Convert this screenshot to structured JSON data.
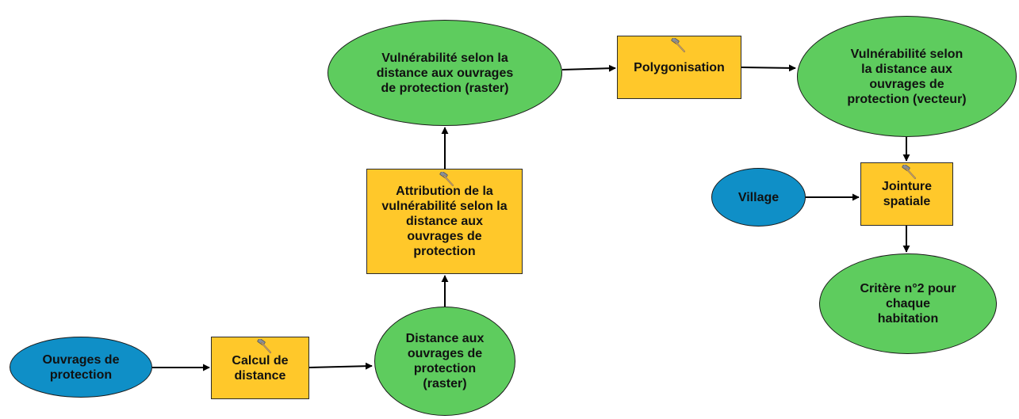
{
  "diagram": {
    "nodes": [
      {
        "id": "ouvrages",
        "kind": "input",
        "label": "Ouvrages de\nprotection"
      },
      {
        "id": "calcul",
        "kind": "tool",
        "label": "Calcul de\ndistance"
      },
      {
        "id": "distance",
        "kind": "data",
        "label": "Distance aux\nouvrages de\nprotection\n(raster)"
      },
      {
        "id": "attribution",
        "kind": "tool",
        "label": "Attribution de la\nvulnérabilité selon la\ndistance aux\nouvrages de\nprotection"
      },
      {
        "id": "vuln_raster",
        "kind": "data",
        "label": "Vulnérabilité selon la\ndistance aux ouvrages\nde protection (raster)"
      },
      {
        "id": "polygonisation",
        "kind": "tool",
        "label": "Polygonisation"
      },
      {
        "id": "vuln_vecteur",
        "kind": "data",
        "label": "Vulnérabilité selon\nla distance aux\nouvrages de\nprotection (vecteur)"
      },
      {
        "id": "village",
        "kind": "input",
        "label": "Village"
      },
      {
        "id": "jointure",
        "kind": "tool",
        "label": "Jointure\nspatiale"
      },
      {
        "id": "critere",
        "kind": "data",
        "label": "Critère n°2 pour\nchaque\nhabitation"
      }
    ],
    "edges": [
      {
        "from": "ouvrages",
        "to": "calcul"
      },
      {
        "from": "calcul",
        "to": "distance"
      },
      {
        "from": "distance",
        "to": "attribution"
      },
      {
        "from": "attribution",
        "to": "vuln_raster"
      },
      {
        "from": "vuln_raster",
        "to": "polygonisation"
      },
      {
        "from": "polygonisation",
        "to": "vuln_vecteur"
      },
      {
        "from": "vuln_vecteur",
        "to": "jointure"
      },
      {
        "from": "village",
        "to": "jointure"
      },
      {
        "from": "jointure",
        "to": "critere"
      }
    ],
    "colors": {
      "input": "#0f8fc7",
      "data": "#5ecc5e",
      "tool": "#ffc82a",
      "edge": "#000000"
    },
    "tool_icon": "hammer-icon"
  }
}
